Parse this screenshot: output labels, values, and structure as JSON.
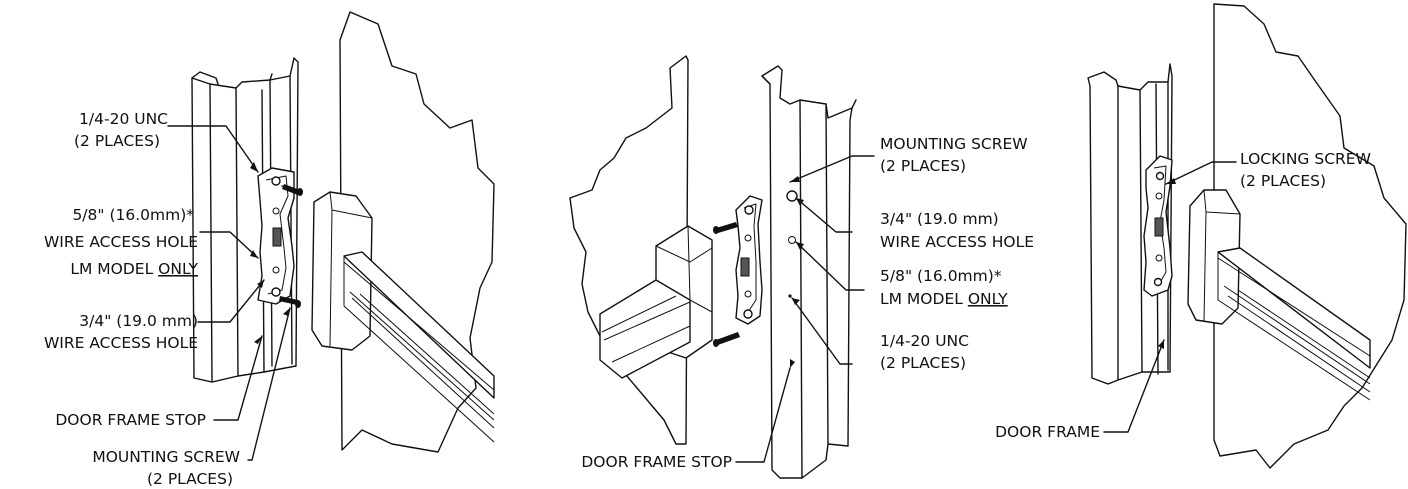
{
  "views": [
    {
      "name": "installation-view-left",
      "labels": {
        "unc_line1": "1/4-20 UNC",
        "unc_line2": "(2 PLACES)",
        "wire58_line1": "5/8\" (16.0mm)*",
        "wire58_line2": "WIRE ACCESS HOLE",
        "wire58_line3_prefix": "LM MODEL ",
        "wire58_line3_only": "ONLY",
        "wire34_line1": "3/4\" (19.0 mm)",
        "wire34_line2": "WIRE ACCESS HOLE",
        "frame_stop": "DOOR FRAME STOP",
        "mount_line1": "MOUNTING SCREW",
        "mount_line2": "(2 PLACES)"
      }
    },
    {
      "name": "installation-view-center",
      "labels": {
        "mount_line1": "MOUNTING SCREW",
        "mount_line2": "(2 PLACES)",
        "wire34_line1": "3/4\" (19.0 mm)",
        "wire34_line2": "WIRE ACCESS HOLE",
        "wire58_line1": "5/8\" (16.0mm)*",
        "wire58_line2_prefix": "LM MODEL ",
        "wire58_line2_only": "ONLY",
        "unc_line1": "1/4-20 UNC",
        "unc_line2": "(2 PLACES)",
        "frame_stop": "DOOR FRAME STOP"
      }
    },
    {
      "name": "installation-view-right",
      "labels": {
        "locking_line1": "LOCKING SCREW",
        "locking_line2": "(2 PLACES)",
        "door_frame": "DOOR FRAME"
      }
    }
  ]
}
